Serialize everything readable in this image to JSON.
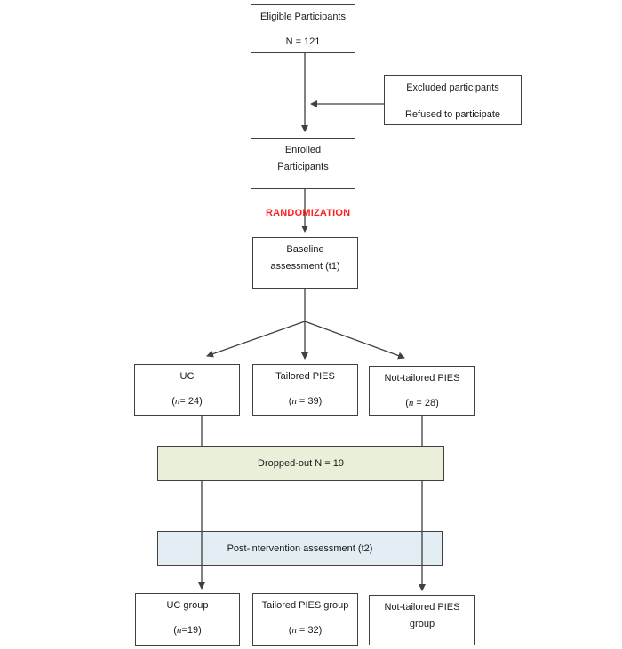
{
  "diagram": {
    "eligible": {
      "line1": "Eligible Participants",
      "line2": "N = 121"
    },
    "excluded": {
      "line1": "Excluded participants",
      "line2": "Refused to participate"
    },
    "enrolled": {
      "line1": "Enrolled",
      "line2": "Participants"
    },
    "randomization": "RANDOMIZATION",
    "baseline": {
      "line1": "Baseline",
      "line2": "assessment (t1)"
    },
    "arms": [
      {
        "title": "UC",
        "n_open": "(",
        "n": "n",
        "n_rest": "= 24)"
      },
      {
        "title": "Tailored PIES",
        "n_open": "(",
        "n": "n",
        "n_rest": " = 39)"
      },
      {
        "title": "Not-tailored PIES",
        "n_open": "(",
        "n": "n",
        "n_rest": " = 28)"
      }
    ],
    "dropped_out_label": "Dropped-out N = 19",
    "post_intervention_label": "Post-intervention assessment (t2)",
    "groups": [
      {
        "title": "UC group",
        "n_open": "(",
        "n": "n",
        "n_rest": "=19)"
      },
      {
        "title": "Tailored PIES group",
        "n_open": "(",
        "n": "n",
        "n_rest": " = 32)"
      },
      {
        "title": "Not-tailored PIES",
        "line2": "group"
      }
    ],
    "colors": {
      "randomization_red": "#ff1f1f",
      "dropped_fill": "#e9efd9",
      "post_fill": "#e2edf4",
      "line": "#404040"
    }
  }
}
